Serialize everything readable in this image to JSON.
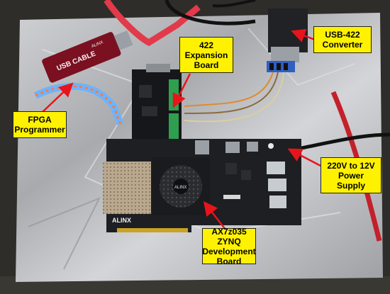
{
  "labels": {
    "usb422": "USB-422\nConverter",
    "expansion": "422\nExpansion\nBoard",
    "fpga": "FPGA\nProgrammer",
    "power": "220V to 12V\nPower\nSupply",
    "zynq": "AX7z035 ZYNQ\nDevelopment\nBoard"
  },
  "device_marks": {
    "usb_cable": "USB CABLE",
    "brand_cable": "ALINX",
    "brand_board": "ALINX",
    "brand_fan": "ALINX"
  },
  "colors": {
    "label_fill": "#fff200",
    "arrow": "#e8141b",
    "foil": "#b9b9bb",
    "pcb": "#1d1f22",
    "table": "#2e2d2a"
  }
}
